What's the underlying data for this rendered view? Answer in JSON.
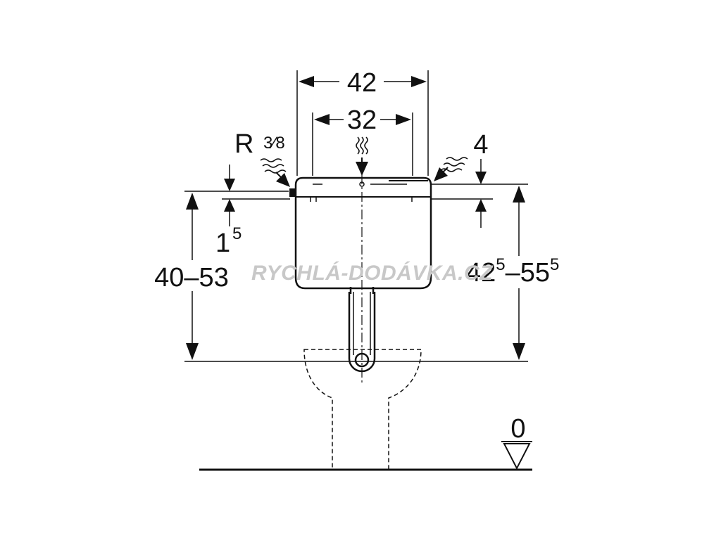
{
  "dimensions": {
    "width_outer": "42",
    "width_inner": "32",
    "inlet_thread_prefix": "R",
    "inlet_thread_fraction": "3⁄8",
    "inlet_offset_base": "1",
    "inlet_offset_sup": "5",
    "top_offset": "4",
    "height_left": "40–53",
    "height_right_a": "42",
    "height_right_a_sup": "5",
    "height_right_dash": "–55",
    "height_right_b_sup": "5",
    "floor_level": "0"
  },
  "watermark": "RYCHLÁ-DODÁVKA.CZ"
}
